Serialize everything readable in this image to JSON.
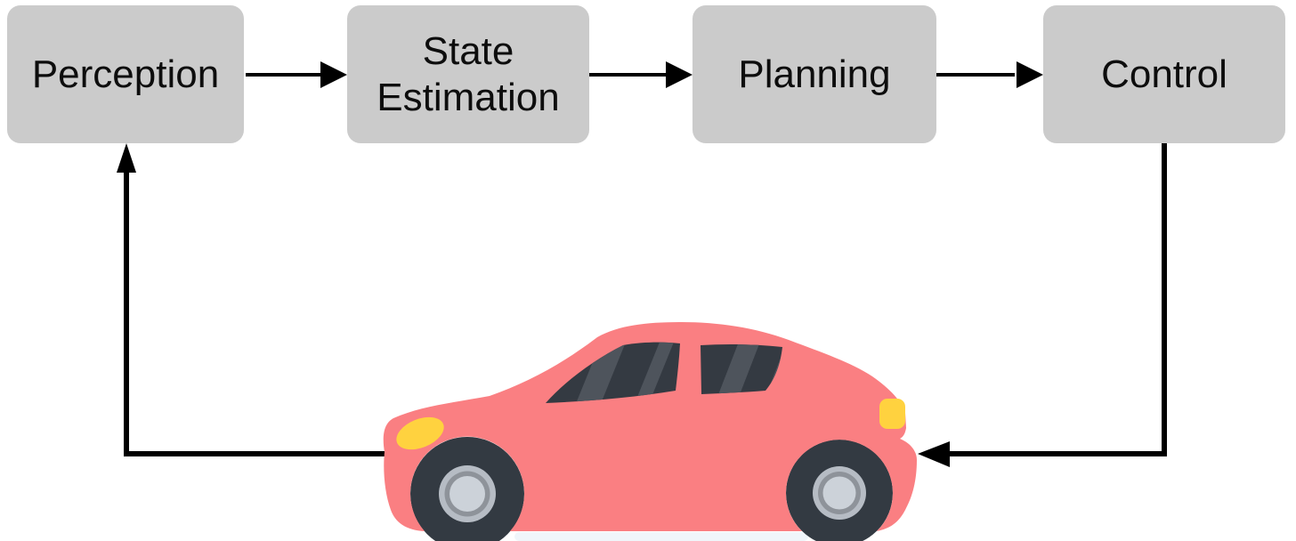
{
  "diagram": {
    "boxes": [
      {
        "id": "perception",
        "label": "Perception"
      },
      {
        "id": "state-estimation",
        "label": "State Estimation"
      },
      {
        "id": "planning",
        "label": "Planning"
      },
      {
        "id": "control",
        "label": "Control"
      }
    ],
    "edges": [
      {
        "from": "Perception",
        "to": "State Estimation"
      },
      {
        "from": "State Estimation",
        "to": "Planning"
      },
      {
        "from": "Planning",
        "to": "Control"
      },
      {
        "from": "Control",
        "to": "Vehicle"
      },
      {
        "from": "Vehicle",
        "to": "Perception"
      }
    ],
    "vehicle": {
      "description": "red hatchback car, side view, facing left"
    },
    "colors": {
      "background": "#FFFFFF",
      "box_fill": "#CBCBCB",
      "box_text": "#0D0D0D",
      "arrow": "#000000",
      "car_body": "#FA7F82",
      "car_window": "#343A42",
      "car_window_stripe": "#4E545C",
      "car_wheel": "#333A42",
      "car_rim_outer": "#B6BCC4",
      "car_rim_mid": "#8E939A",
      "car_rim_center": "#CCD2D9",
      "car_light": "#FFD23F",
      "ground_shadow": "#F0F5FA"
    }
  }
}
